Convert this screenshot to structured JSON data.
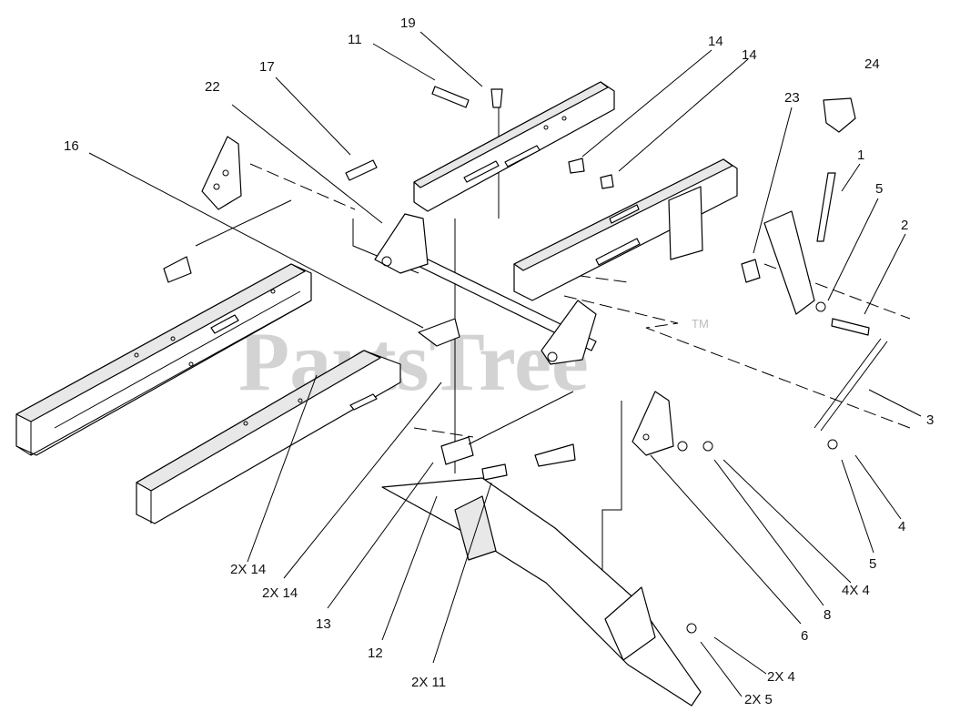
{
  "watermark": {
    "brand": "PartsTree",
    "trademark": "TM"
  },
  "callouts": {
    "c19": "19",
    "c11": "11",
    "c17": "17",
    "c22": "22",
    "c16": "16",
    "c14a": "14",
    "c14b": "14",
    "c24": "24",
    "c23": "23",
    "c1": "1",
    "c5a": "5",
    "c2": "2",
    "c3": "3",
    "c4a": "4",
    "c5b": "5",
    "c4x4": "4X 4",
    "c8": "8",
    "c6": "6",
    "c2x4": "2X 4",
    "c2x5": "2X 5",
    "c2x14a": "2X 14",
    "c2x14b": "2X 14",
    "c13": "13",
    "c12": "12",
    "c2x11": "2X 11"
  }
}
